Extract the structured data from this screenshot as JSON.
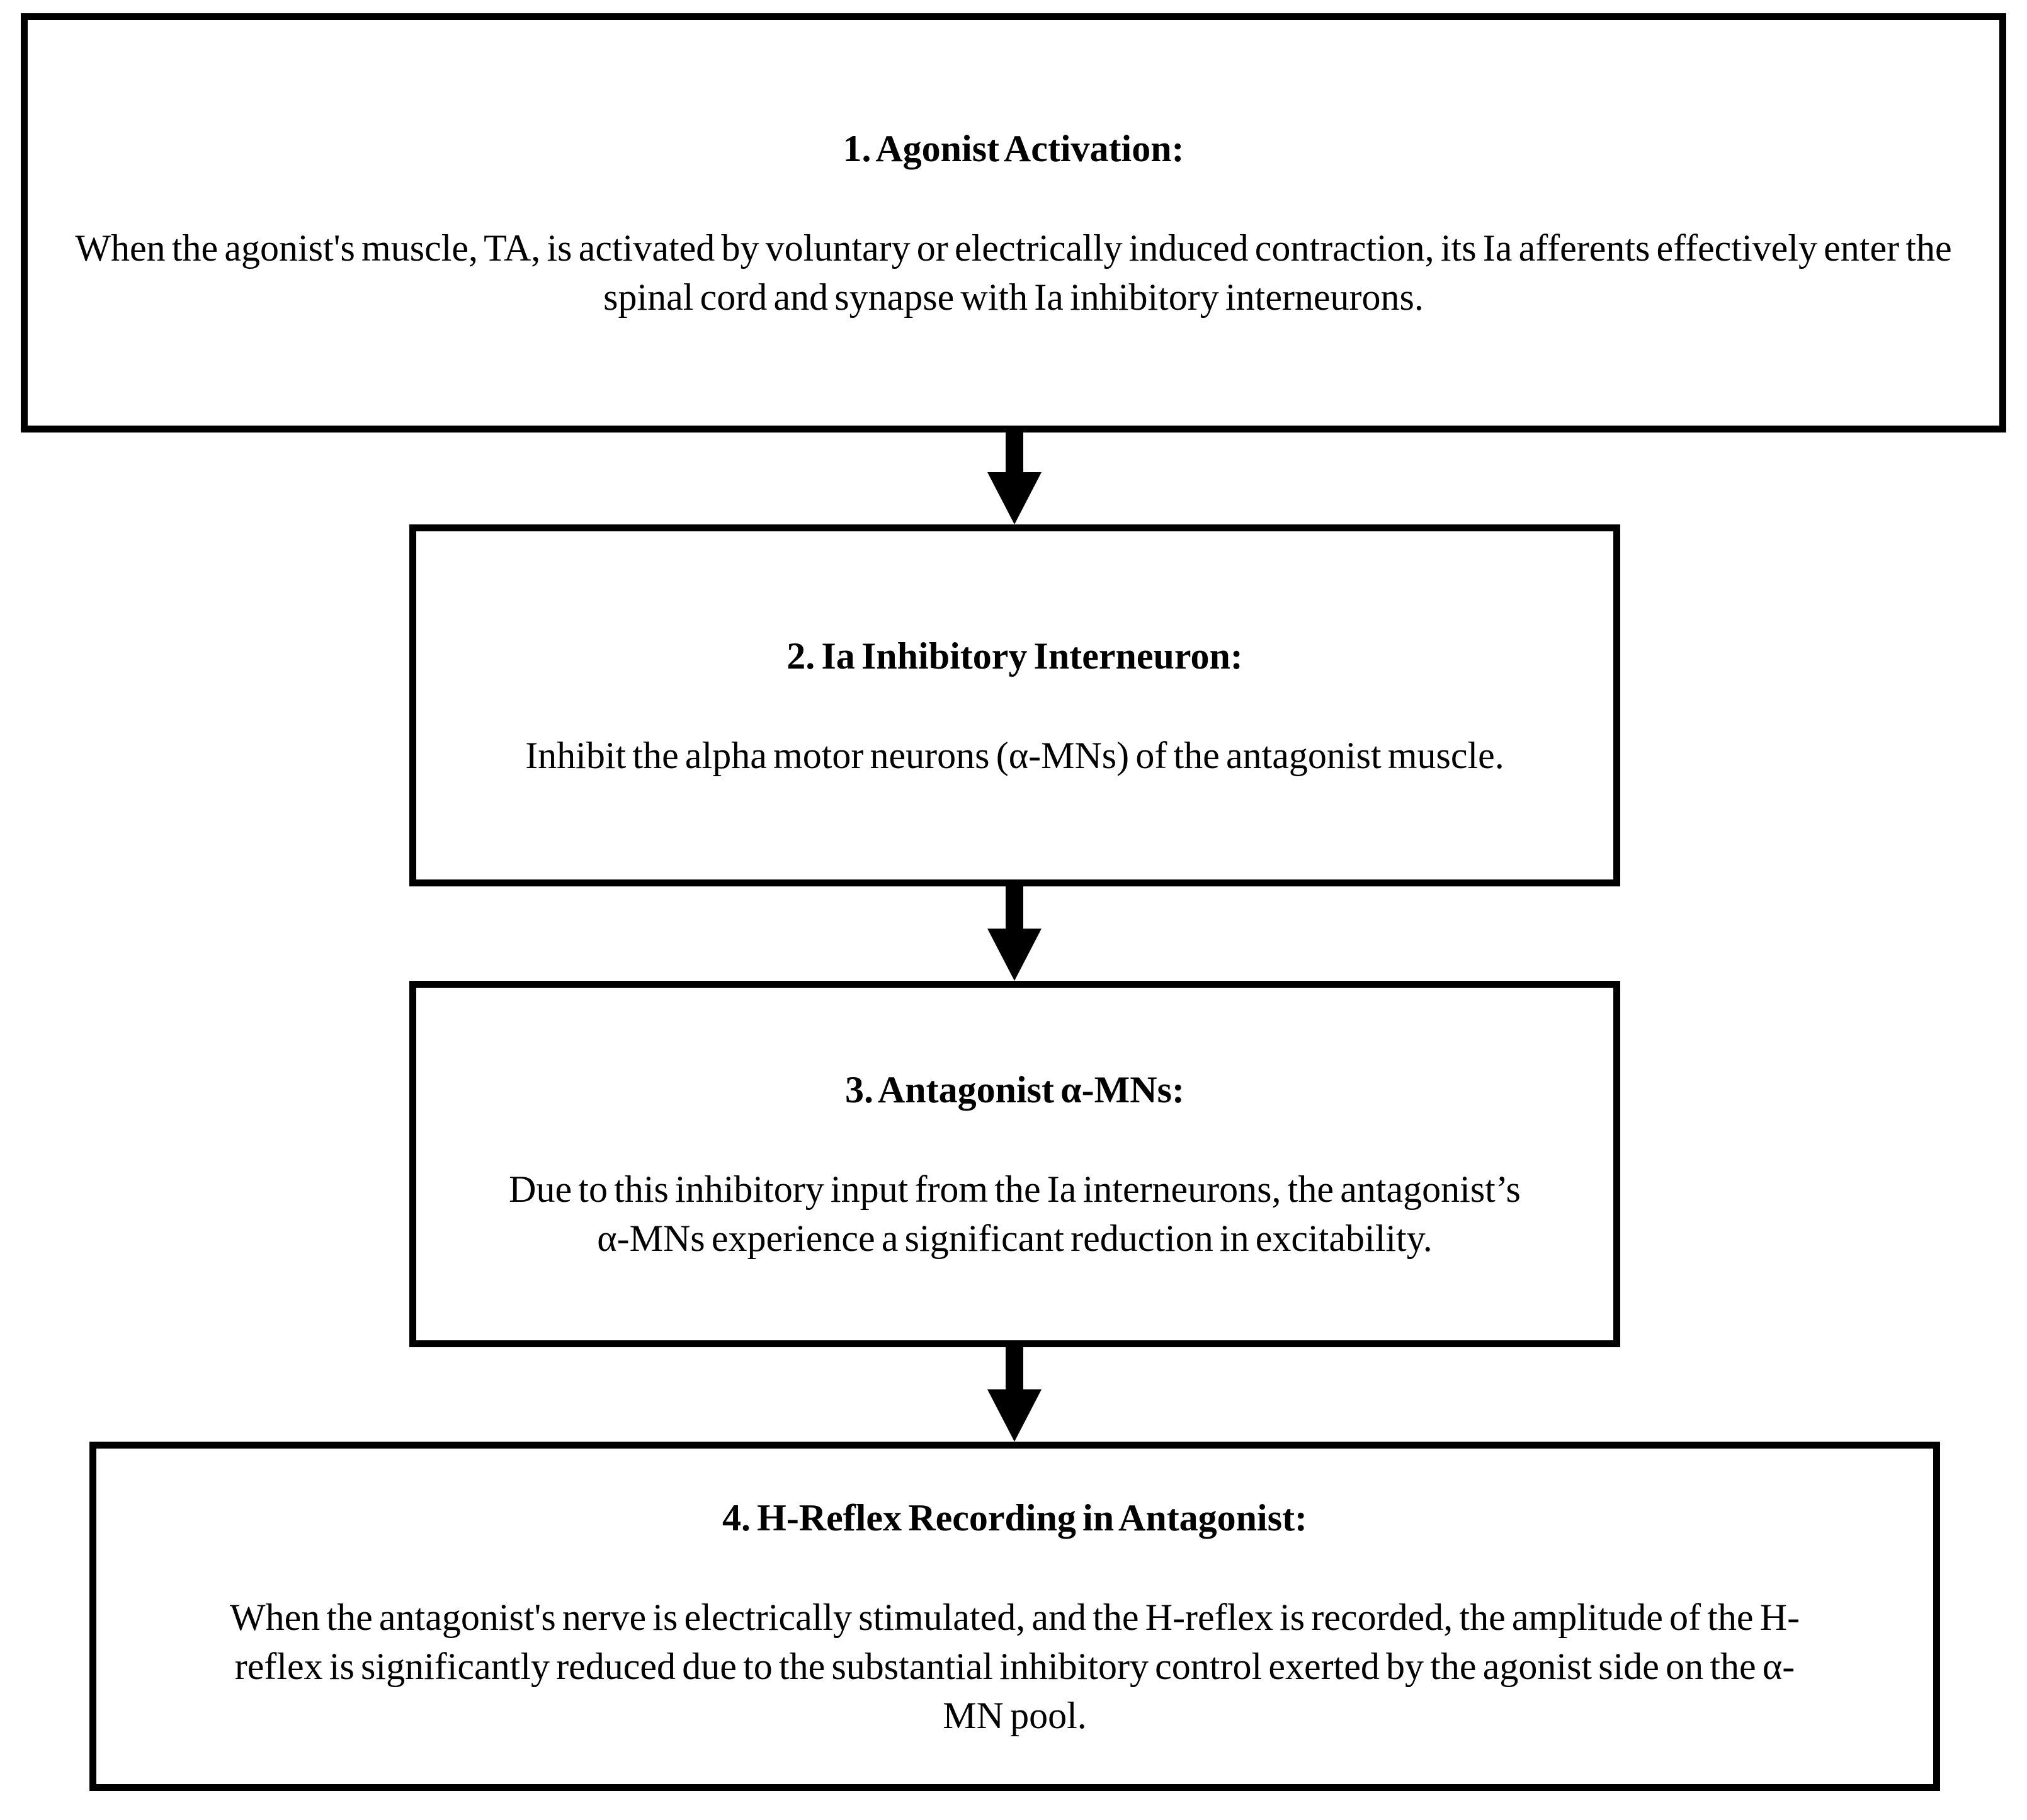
{
  "colors": {
    "background": "#ffffff",
    "line": "#000000",
    "text": "#000000"
  },
  "flowchart": {
    "steps": [
      {
        "title": "1. Agonist Activation:",
        "body": "When the agonist's muscle, TA, is activated by voluntary or electrically induced contraction, its Ia afferents effectively enter the spinal cord and synapse with Ia inhibitory interneurons."
      },
      {
        "title": "2. Ia Inhibitory Interneuron:",
        "body": "Inhibit the alpha motor neurons (α-MNs) of the antagonist muscle."
      },
      {
        "title": "3. Antagonist α-MNs:",
        "body": "Due to this inhibitory input from the Ia interneurons, the antagonist’s α-MNs experience a significant reduction in excitability."
      },
      {
        "title": "4. H-Reflex Recording in Antagonist:",
        "body": "When the antagonist's nerve is electrically stimulated, and the H-reflex is recorded, the amplitude of the H-reflex is significantly reduced due to the substantial inhibitory control exerted by the agonist side on the α-MN pool."
      }
    ],
    "connectors": [
      {
        "from": 1,
        "to": 2,
        "type": "arrow-down"
      },
      {
        "from": 2,
        "to": 3,
        "type": "arrow-down"
      },
      {
        "from": 3,
        "to": 4,
        "type": "arrow-down"
      }
    ]
  }
}
